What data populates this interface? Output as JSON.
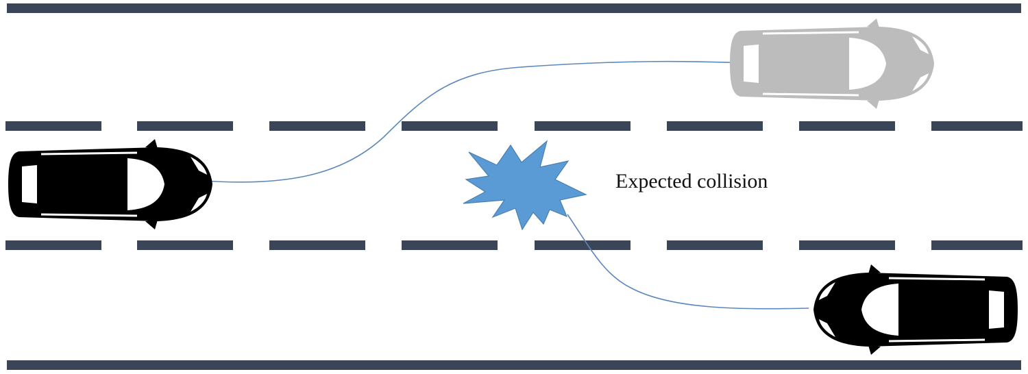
{
  "annotation": {
    "label": "Expected collision"
  },
  "colors": {
    "lane_marking": "#3a4558",
    "trajectory": "#5b87bd",
    "collision_burst": "#5b9bd5",
    "collision_burst_stroke": "#4a7fb0",
    "vehicle_active": "#000000",
    "vehicle_ghost": "#bcbcbc",
    "label_text": "#111111"
  },
  "vehicles": [
    {
      "name": "ego-vehicle",
      "icon": "car-icon",
      "facing": "right",
      "state": "current"
    },
    {
      "name": "ego-vehicle-ghost",
      "icon": "car-icon",
      "facing": "right",
      "state": "projected"
    },
    {
      "name": "other-vehicle",
      "icon": "car-icon",
      "facing": "left",
      "state": "current"
    }
  ]
}
